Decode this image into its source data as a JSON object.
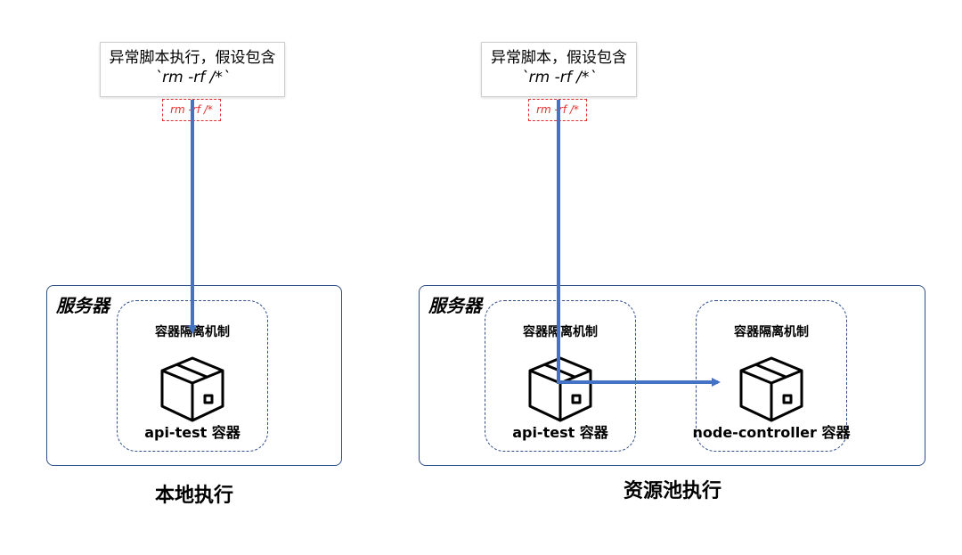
{
  "left": {
    "script_box": {
      "line1": "异常脚本执行，假设包含",
      "line2": "`rm -rf /*`"
    },
    "cmd_tag": "rm -rf /*",
    "server_label": "服务器",
    "isolation_label": "容器隔离机制",
    "container_label": "api-test 容器",
    "caption": "本地执行"
  },
  "right": {
    "script_box": {
      "line1": "异常脚本，假设包含",
      "line2": "`rm -rf /*`"
    },
    "cmd_tag": "rm -rf /*",
    "server_label": "服务器",
    "isolation_left_label": "容器隔离机制",
    "container_left_label": "api-test 容器",
    "isolation_right_label": "容器隔离机制",
    "container_right_label": "node-controller 容器",
    "caption": "资源池执行"
  },
  "colors": {
    "arrow": "#4472c4",
    "border": "#2f4f86",
    "command": "#e03030"
  },
  "icons": [
    "box-icon"
  ]
}
